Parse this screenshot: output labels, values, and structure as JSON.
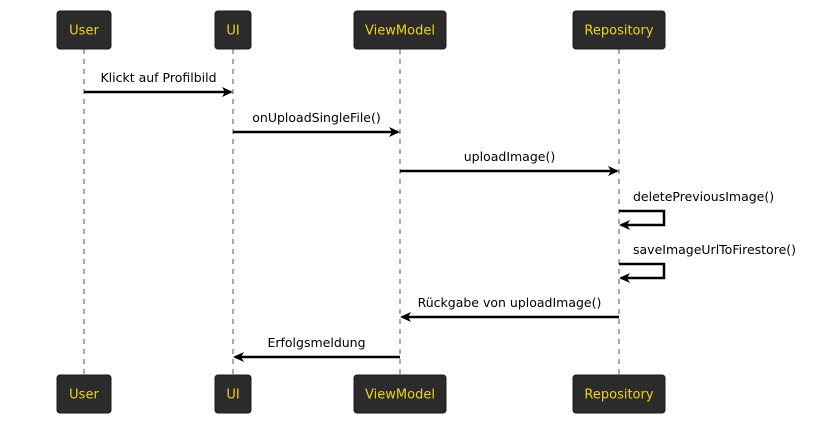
{
  "participants": [
    {
      "id": "user",
      "label": "User"
    },
    {
      "id": "ui",
      "label": "UI"
    },
    {
      "id": "viewmodel",
      "label": "ViewModel"
    },
    {
      "id": "repository",
      "label": "Repository"
    }
  ],
  "messages": [
    {
      "from": "user",
      "to": "ui",
      "label": "Klickt auf Profilbild"
    },
    {
      "from": "ui",
      "to": "viewmodel",
      "label": "onUploadSingleFile()"
    },
    {
      "from": "viewmodel",
      "to": "repository",
      "label": "uploadImage()"
    },
    {
      "from": "repository",
      "to": "repository",
      "label": "deletePreviousImage()"
    },
    {
      "from": "repository",
      "to": "repository",
      "label": "saveImageUrlToFirestore()"
    },
    {
      "from": "repository",
      "to": "viewmodel",
      "label": "Rückgabe von uploadImage()"
    },
    {
      "from": "viewmodel",
      "to": "ui",
      "label": "Erfolgsmeldung"
    }
  ],
  "colors": {
    "participant_fill": "#2b2b2b",
    "participant_text": "#f2d312",
    "arrow": "#000000"
  }
}
